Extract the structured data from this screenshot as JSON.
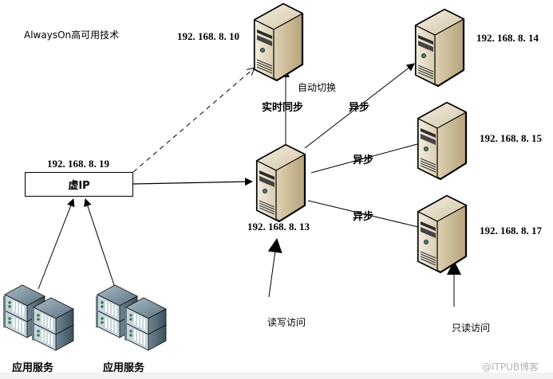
{
  "diagram": {
    "title": "AlwaysOn高可用技术",
    "virtual_ip": {
      "address": "192. 168. 8. 19",
      "label": "虚IP"
    },
    "servers": [
      {
        "id": "primary",
        "ip": "192. 168. 8. 13",
        "role": "primary"
      },
      {
        "id": "sync-secondary",
        "ip": "192. 168. 8. 10",
        "role": "synchronous secondary"
      },
      {
        "id": "async-1",
        "ip": "192. 168. 8. 14",
        "role": "asynchronous secondary"
      },
      {
        "id": "async-2",
        "ip": "192. 168. 8. 15",
        "role": "asynchronous secondary"
      },
      {
        "id": "async-3",
        "ip": "192. 168. 8. 17",
        "role": "asynchronous secondary"
      }
    ],
    "edge_labels": {
      "sync": "实时同步",
      "failover": "自动切换",
      "async_1": "异步",
      "async_2": "异步",
      "async_3": "异步"
    },
    "access_labels": {
      "read_write": "读写访问",
      "read_only": "只读访问"
    },
    "app_services": [
      {
        "label": "应用服务"
      },
      {
        "label": "应用服务"
      }
    ],
    "watermark": "@ITPUB博客",
    "colors": {
      "server_front": "#e8dfcc",
      "server_side": "#c9b995",
      "rack_body": "#7d94a0",
      "line": "#000000"
    }
  }
}
